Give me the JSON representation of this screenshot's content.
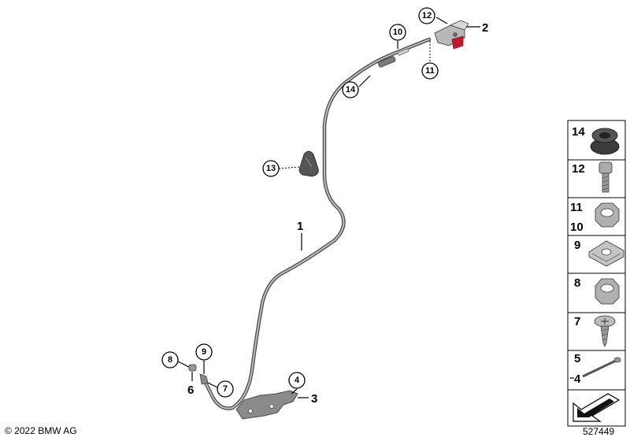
{
  "callouts": {
    "c12": "12",
    "c10": "10",
    "c11": "11",
    "c14": "14",
    "c13": "13",
    "c8": "8",
    "c9": "9",
    "c7": "7",
    "c4": "4"
  },
  "refs": {
    "r2": "2",
    "r1": "1",
    "r6": "6",
    "r3": "3"
  },
  "legend": {
    "l14": "14",
    "l12": "12",
    "l11": "11",
    "l10": "10",
    "l9": "9",
    "l8": "8",
    "l7": "7",
    "l5": "5",
    "l4": "4"
  },
  "footer": {
    "copyright": "© 2022 BMW AG",
    "diagram_number": "527449"
  },
  "colors": {
    "cable": "#4a4a4a",
    "cap_red": "#c0192b",
    "part_grey": "#9a9a9a"
  }
}
